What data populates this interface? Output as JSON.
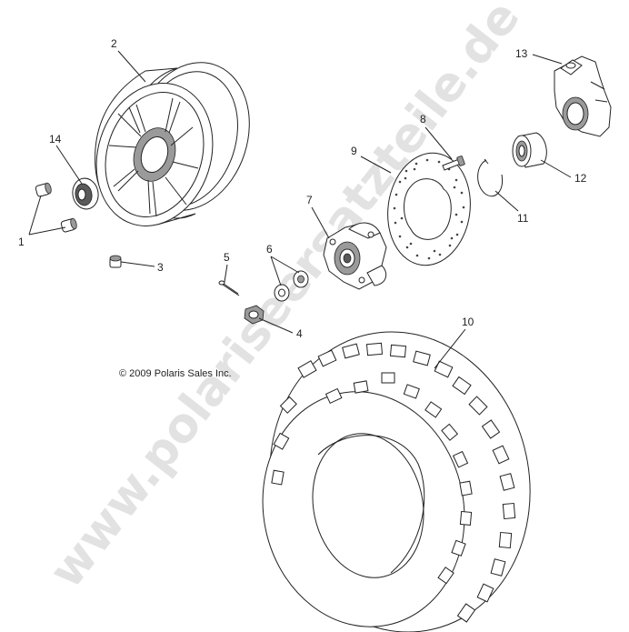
{
  "diagram": {
    "copyright": "© 2009 Polaris Sales Inc.",
    "watermark": "www.polariseersatzteile.de",
    "callouts": {
      "c1": "1",
      "c2": "2",
      "c3": "3",
      "c4": "4",
      "c5": "5",
      "c6": "6",
      "c7": "7",
      "c8": "8",
      "c9": "9",
      "c10": "10",
      "c11": "11",
      "c12": "12",
      "c13": "13",
      "c14": "14"
    }
  }
}
